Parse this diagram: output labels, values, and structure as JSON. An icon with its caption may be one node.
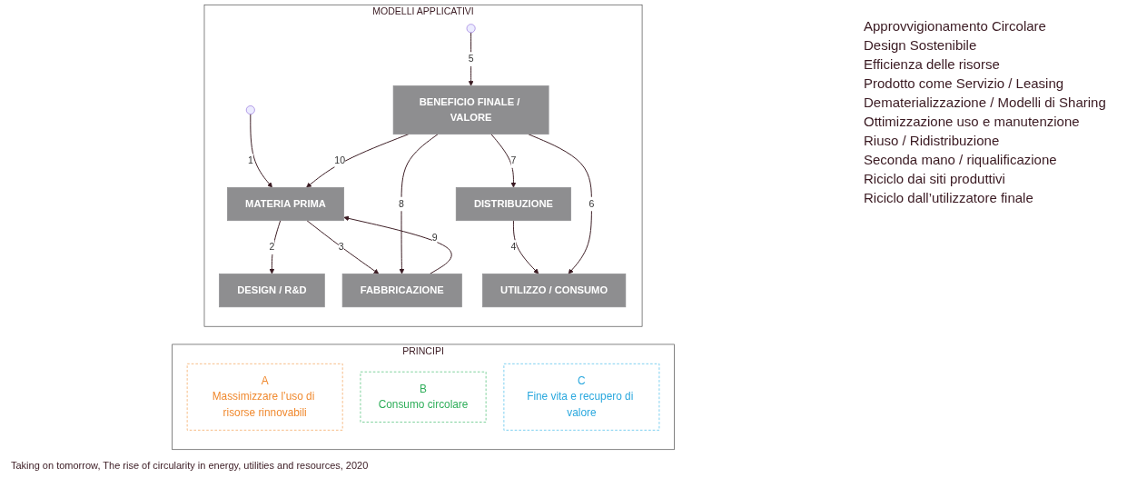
{
  "diagram": {
    "caption": "Taking on tomorrow, The rise of circularity in energy, utilities and resources, 2020",
    "nodes": [
      {
        "text": [
          "PRINCIPI"
        ]
      },
      {
        "text": [
          "A",
          "Massimizzare l’uso di risorse rinnovabili"
        ],
        "in": 0
      },
      {
        "text": [
          "B",
          "Consumo circolare"
        ],
        "in": 0
      },
      {
        "text": [
          "C",
          "Fine vita e recupero di valore"
        ],
        "in": 0
      },
      {
        "text": [
          "MODELLI APPLICATIVI"
        ]
      },
      {
        "text": [
          "MATERIA PRIMA"
        ],
        "in": 4
      },
      {
        "text": [
          "DESIGN / R&D"
        ],
        "in": 4
      },
      {
        "text": [
          "FABBRICAZIONE"
        ],
        "in": 4
      },
      {
        "text": [
          "DISTRIBUZIONE"
        ],
        "in": 4
      },
      {
        "text": [
          "UTILIZZO / CONSUMO"
        ],
        "in": 4
      },
      {
        "text": [
          "BENEFICIO FINALE / VALORE"
        ],
        "in": 4
      }
    ],
    "edges": [
      {
        "from": null,
        "to": 5,
        "arrow": "to",
        "label": "1"
      },
      {
        "from": 5,
        "to": 6,
        "arrow": "to",
        "label": "2"
      },
      {
        "from": 5,
        "to": 7,
        "arrow": "to",
        "label": "3"
      },
      {
        "from": 8,
        "to": 9,
        "arrow": "to",
        "label": "4"
      },
      {
        "from": null,
        "to": 10,
        "arrow": "to",
        "label": "5"
      },
      {
        "from": 10,
        "to": 9,
        "arrow": "to",
        "label": "6"
      },
      {
        "from": 10,
        "to": 8,
        "arrow": "to",
        "label": "7"
      },
      {
        "from": 10,
        "to": 7,
        "arrow": "to",
        "label": "8"
      },
      {
        "from": 7,
        "to": 5,
        "arrow": "to",
        "label": "9"
      },
      {
        "from": 10,
        "to": 5,
        "arrow": "to",
        "label": "10"
      }
    ],
    "labels": [
      "Approvvigionamento Circolare",
      "Design Sostenibile",
      "Efficienza delle risorse",
      "Prodotto come Servizio / Leasing",
      "Dematerializzazione / Modelli di Sharing",
      "Ottimizzazione uso e manutenzione",
      "Riuso / Ridistribuzione",
      "Seconda mano / riqualificazione",
      "Riciclo dai siti produttivi",
      "Riciclo dall’utilizzatore finale"
    ]
  }
}
